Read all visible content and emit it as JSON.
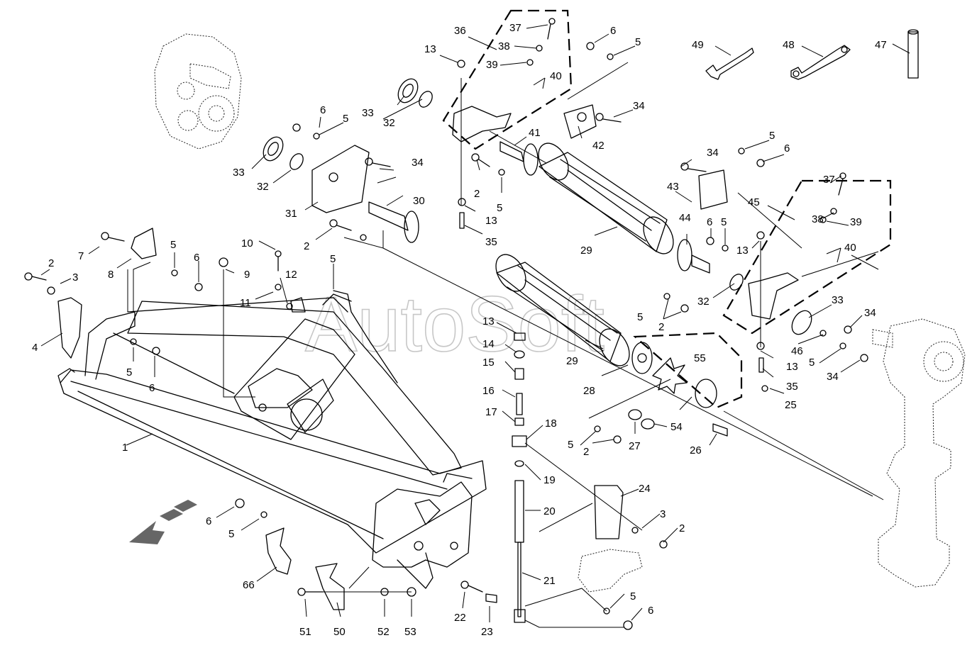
{
  "watermark": "AutoSoft",
  "colors": {
    "line": "#000000",
    "background": "#ffffff",
    "watermark": "#9a9a9a"
  },
  "callouts": [
    "1",
    "2",
    "3",
    "4",
    "5",
    "6",
    "7",
    "8",
    "9",
    "10",
    "11",
    "12",
    "13",
    "14",
    "15",
    "16",
    "17",
    "18",
    "19",
    "20",
    "21",
    "22",
    "23",
    "24",
    "25",
    "26",
    "27",
    "28",
    "29",
    "30",
    "31",
    "32",
    "33",
    "34",
    "35",
    "36",
    "37",
    "38",
    "39",
    "40",
    "41",
    "42",
    "43",
    "44",
    "45",
    "46",
    "47",
    "48",
    "49",
    "50",
    "51",
    "52",
    "53",
    "54",
    "55",
    "66"
  ],
  "icons": {
    "direction": "direction-arrow-icon"
  }
}
